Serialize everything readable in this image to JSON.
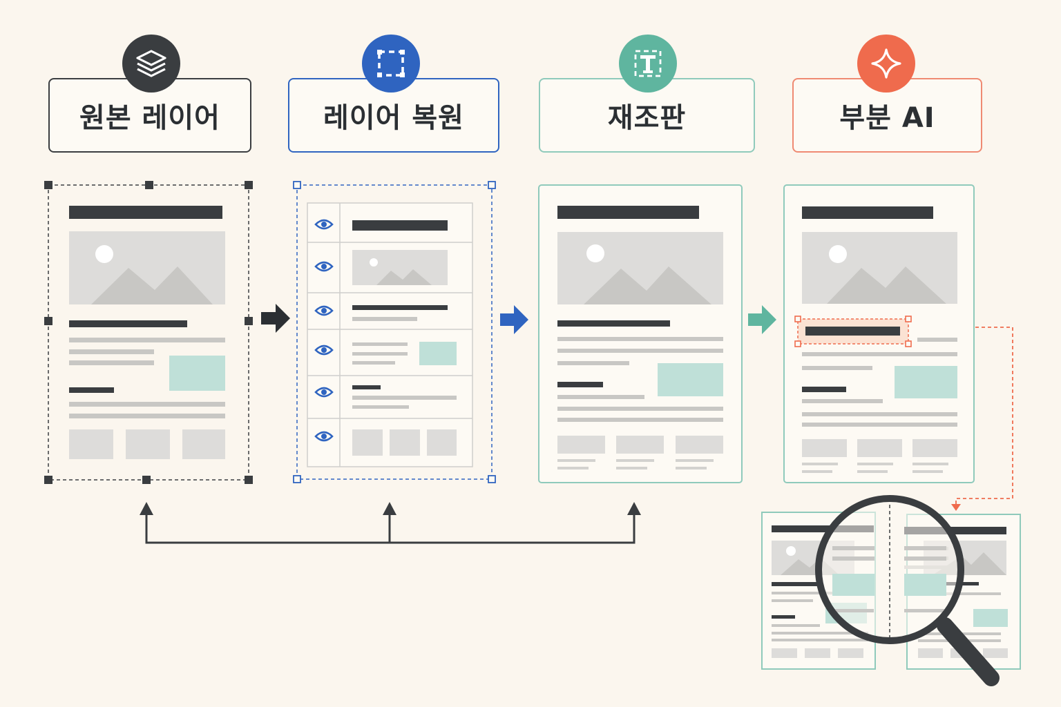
{
  "stages": [
    {
      "label": "원본 레이어",
      "icon": "layers-icon",
      "color": "#3a3d40"
    },
    {
      "label": "레이어 복원",
      "icon": "select-frame-icon",
      "color": "#2f64c0"
    },
    {
      "label": "재조판",
      "icon": "text-frame-icon",
      "color": "#5fb59f"
    },
    {
      "label": "부분 AI",
      "icon": "sparkle-icon",
      "color": "#ef6b4d"
    }
  ],
  "colors": {
    "background": "#fbf6ee",
    "dark": "#3a3d40",
    "blue": "#2f64c0",
    "teal": "#5fb59f",
    "orange": "#ef6b4d",
    "placeholder": "#dddcda",
    "accent_block": "#bfe0d8"
  }
}
